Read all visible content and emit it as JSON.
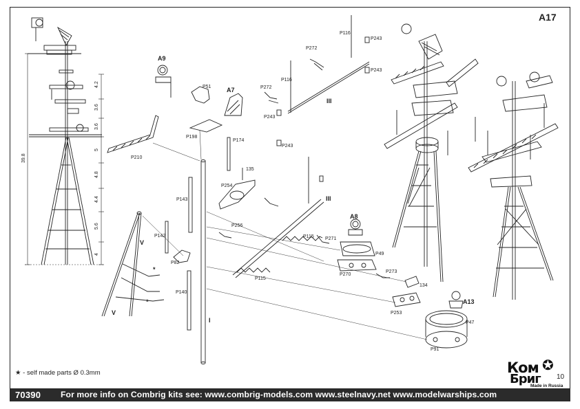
{
  "sheet": {
    "code": "A17",
    "page_number": "10",
    "footnote": "★ - self made parts Ø 0.3mm",
    "kit_number": "70390",
    "info_text": "For more info on Combrig kits see: www.combrig-models.com www.steelnavy.net  www.modelwarships.com"
  },
  "logo": {
    "line1": "Ком",
    "line2": "Бриг",
    "tagline": "Made in Russia",
    "star": "✪"
  },
  "dimensions": {
    "total": "39.8",
    "segments": [
      "4.2",
      "3.6",
      "3.6",
      "5",
      "4.8",
      "4.4",
      "5.6",
      "4"
    ]
  },
  "assemblies": {
    "a9": "A9",
    "a7": "A7",
    "a8": "A8",
    "a13": "A13"
  },
  "parts": {
    "p116a": "P116",
    "p243a": "P243",
    "p243b": "P243",
    "p272a": "P272",
    "p116b": "P116",
    "p272b": "P272",
    "p243c": "P243",
    "p243d": "P243",
    "p51": "P51",
    "p198": "P198",
    "p174": "P174",
    "p210": "P210",
    "p135": "135",
    "p254": "P254",
    "p143": "P143",
    "p256": "P256",
    "p142": "P142",
    "p82": "P82",
    "p140": "P140",
    "p115a": "P115",
    "p115b": "P115",
    "p271": "P271",
    "p49": "P49",
    "p270": "P270",
    "p273": "P273",
    "p134": "134",
    "p253": "P253",
    "p47": "P47",
    "p91": "P91"
  },
  "markers": {
    "roman3a": "III",
    "roman3b": "III",
    "roman1": "I",
    "v1": "V",
    "v2": "V",
    "star1": "*",
    "star2": "*"
  }
}
